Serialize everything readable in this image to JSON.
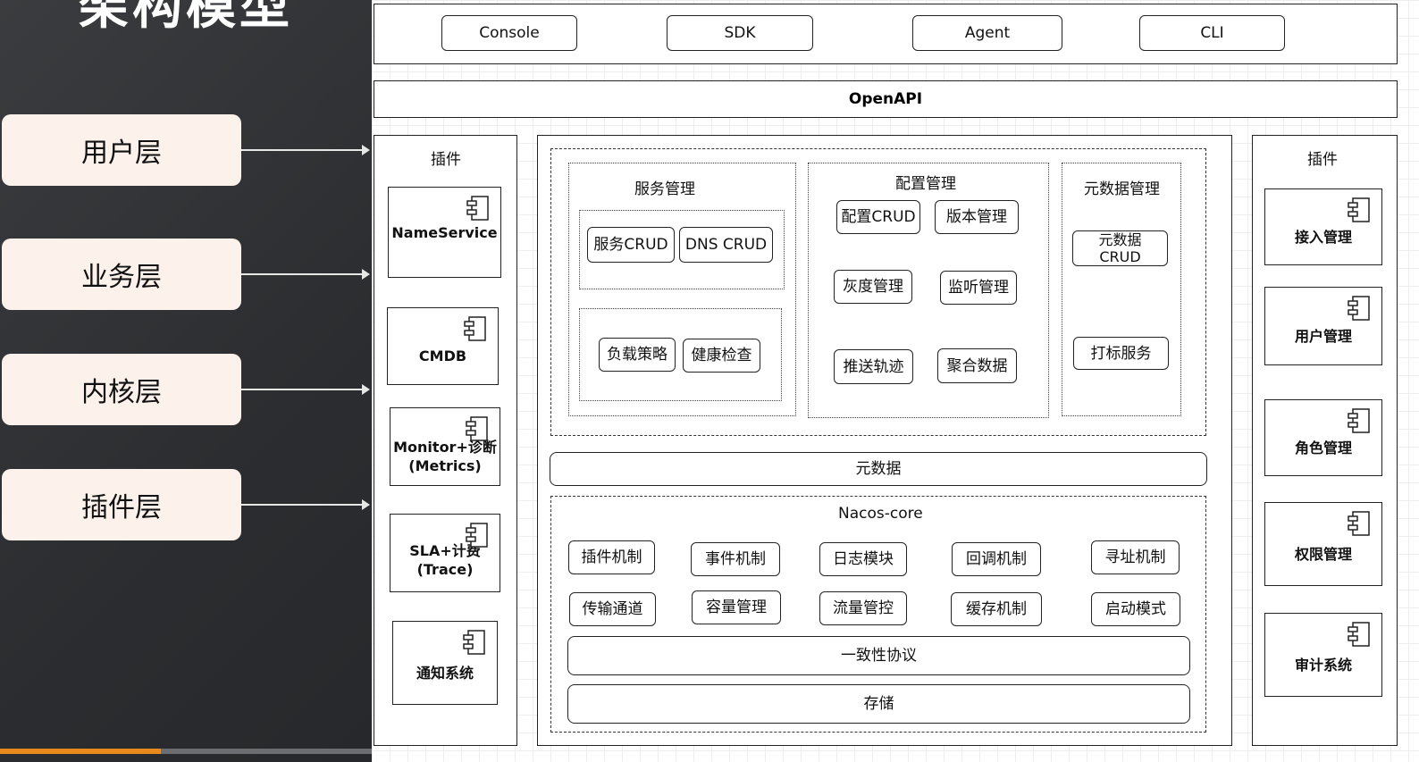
{
  "title_fragment": "架构模型",
  "layers": [
    {
      "label": "用户层"
    },
    {
      "label": "业务层"
    },
    {
      "label": "内核层"
    },
    {
      "label": "插件层"
    }
  ],
  "user_layer": {
    "items": [
      "Console",
      "SDK",
      "Agent",
      "CLI"
    ]
  },
  "openapi": "OpenAPI",
  "left_plugins": {
    "title": "插件",
    "items": [
      "NameService",
      "CMDB",
      "Monitor+诊断\n(Metrics)",
      "SLA+计费\n(Trace)",
      "通知系统"
    ]
  },
  "right_plugins": {
    "title": "插件",
    "items": [
      "接入管理",
      "用户管理",
      "角色管理",
      "权限管理",
      "审计系统"
    ]
  },
  "business": {
    "service_mgmt": {
      "title": "服务管理",
      "items": [
        "服务CRUD",
        "DNS CRUD",
        "负载策略",
        "健康检查"
      ]
    },
    "config_mgmt": {
      "title": "配置管理",
      "items": [
        "配置CRUD",
        "版本管理",
        "灰度管理",
        "监听管理",
        "推送轨迹",
        "聚合数据"
      ]
    },
    "metadata_mgmt": {
      "title": "元数据管理",
      "items": [
        "元数据\nCRUD",
        "打标服务"
      ]
    }
  },
  "metadata": "元数据",
  "core": {
    "title": "Nacos-core",
    "row1": [
      "插件机制",
      "事件机制",
      "日志模块",
      "回调机制",
      "寻址机制"
    ],
    "row2": [
      "传输通道",
      "容量管理",
      "流量管控",
      "缓存机制",
      "启动模式"
    ],
    "consistency": "一致性协议",
    "storage": "存储"
  },
  "colors": {
    "accent_orange": "#e8891c",
    "pill_bg": "#fdf1ec",
    "left_bg": "#2f3134"
  }
}
